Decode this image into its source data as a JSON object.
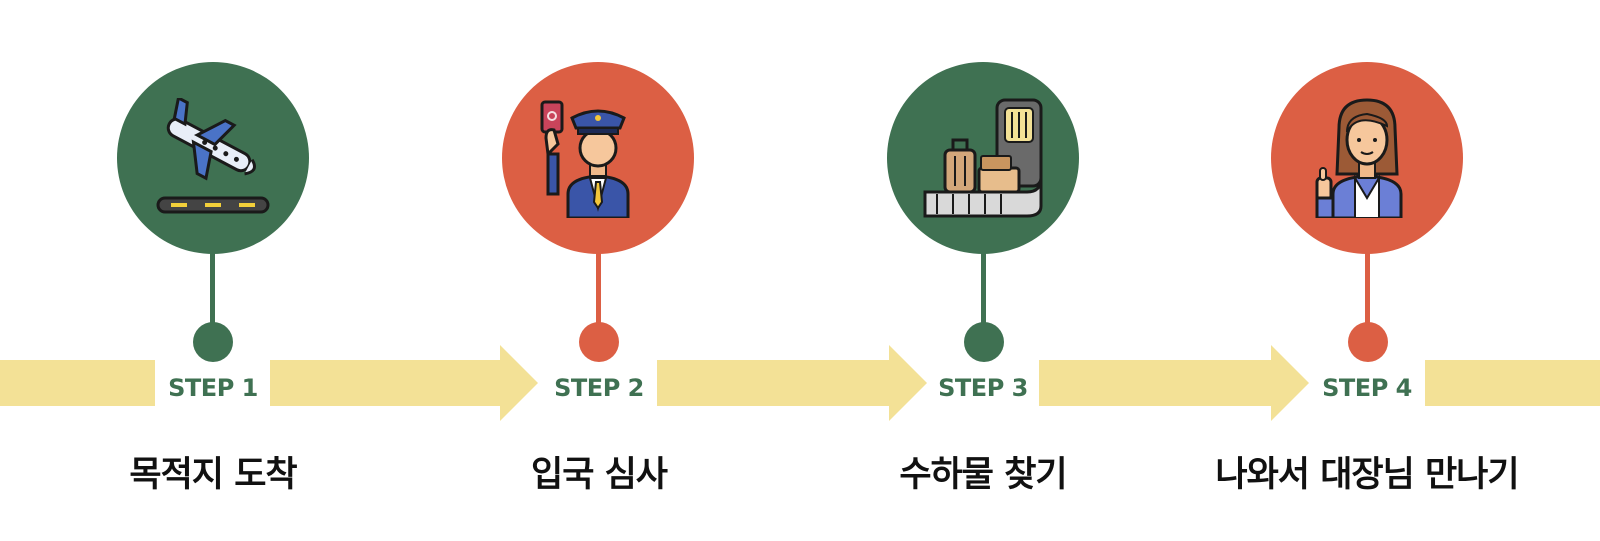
{
  "colors": {
    "green": "#3f7152",
    "red": "#dc5f44",
    "band": "#f3e196"
  },
  "steps": [
    {
      "label": "STEP 1",
      "title": "목적지 도착",
      "icon": "airplane-landing-icon",
      "color": "green"
    },
    {
      "label": "STEP 2",
      "title": "입국 심사",
      "icon": "immigration-officer-icon",
      "color": "red"
    },
    {
      "label": "STEP 3",
      "title": "수하물 찾기",
      "icon": "baggage-claim-icon",
      "color": "green"
    },
    {
      "label": "STEP 4",
      "title": "나와서 대장님 만나기",
      "icon": "guide-woman-icon",
      "color": "red"
    }
  ]
}
